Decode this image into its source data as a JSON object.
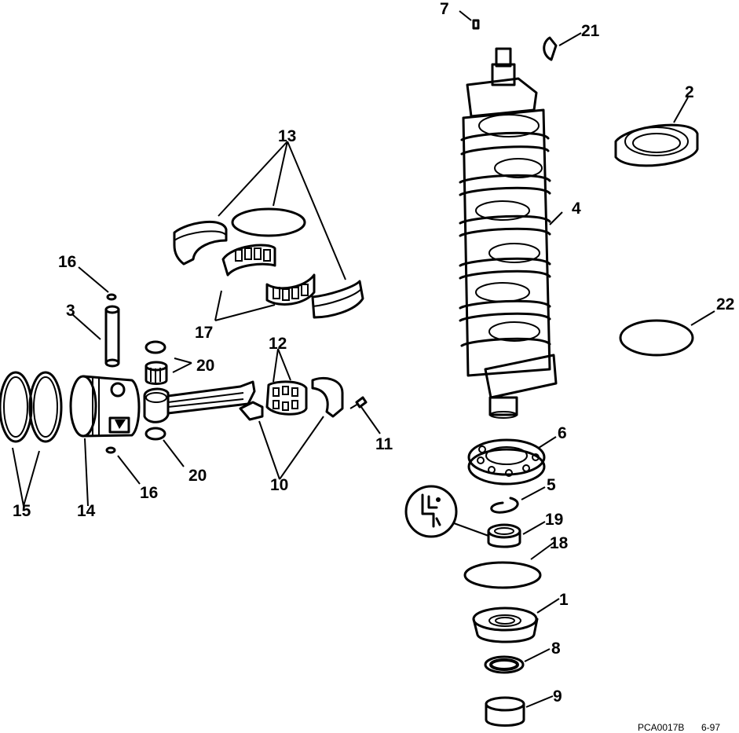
{
  "callouts": {
    "c1": "1",
    "c2": "2",
    "c3": "3",
    "c4": "4",
    "c5": "5",
    "c6": "6",
    "c7": "7",
    "c8": "8",
    "c9": "9",
    "c10": "10",
    "c11": "11",
    "c12": "12",
    "c13": "13",
    "c14": "14",
    "c15": "15",
    "c16a": "16",
    "c16b": "16",
    "c17": "17",
    "c18": "18",
    "c19": "19",
    "c20a": "20",
    "c20b": "20",
    "c21": "21",
    "c22": "22"
  },
  "figure_code": "PCA0017B",
  "figure_date": "6-97",
  "icons": {
    "seal_symbol": "lubricant-application-icon"
  }
}
